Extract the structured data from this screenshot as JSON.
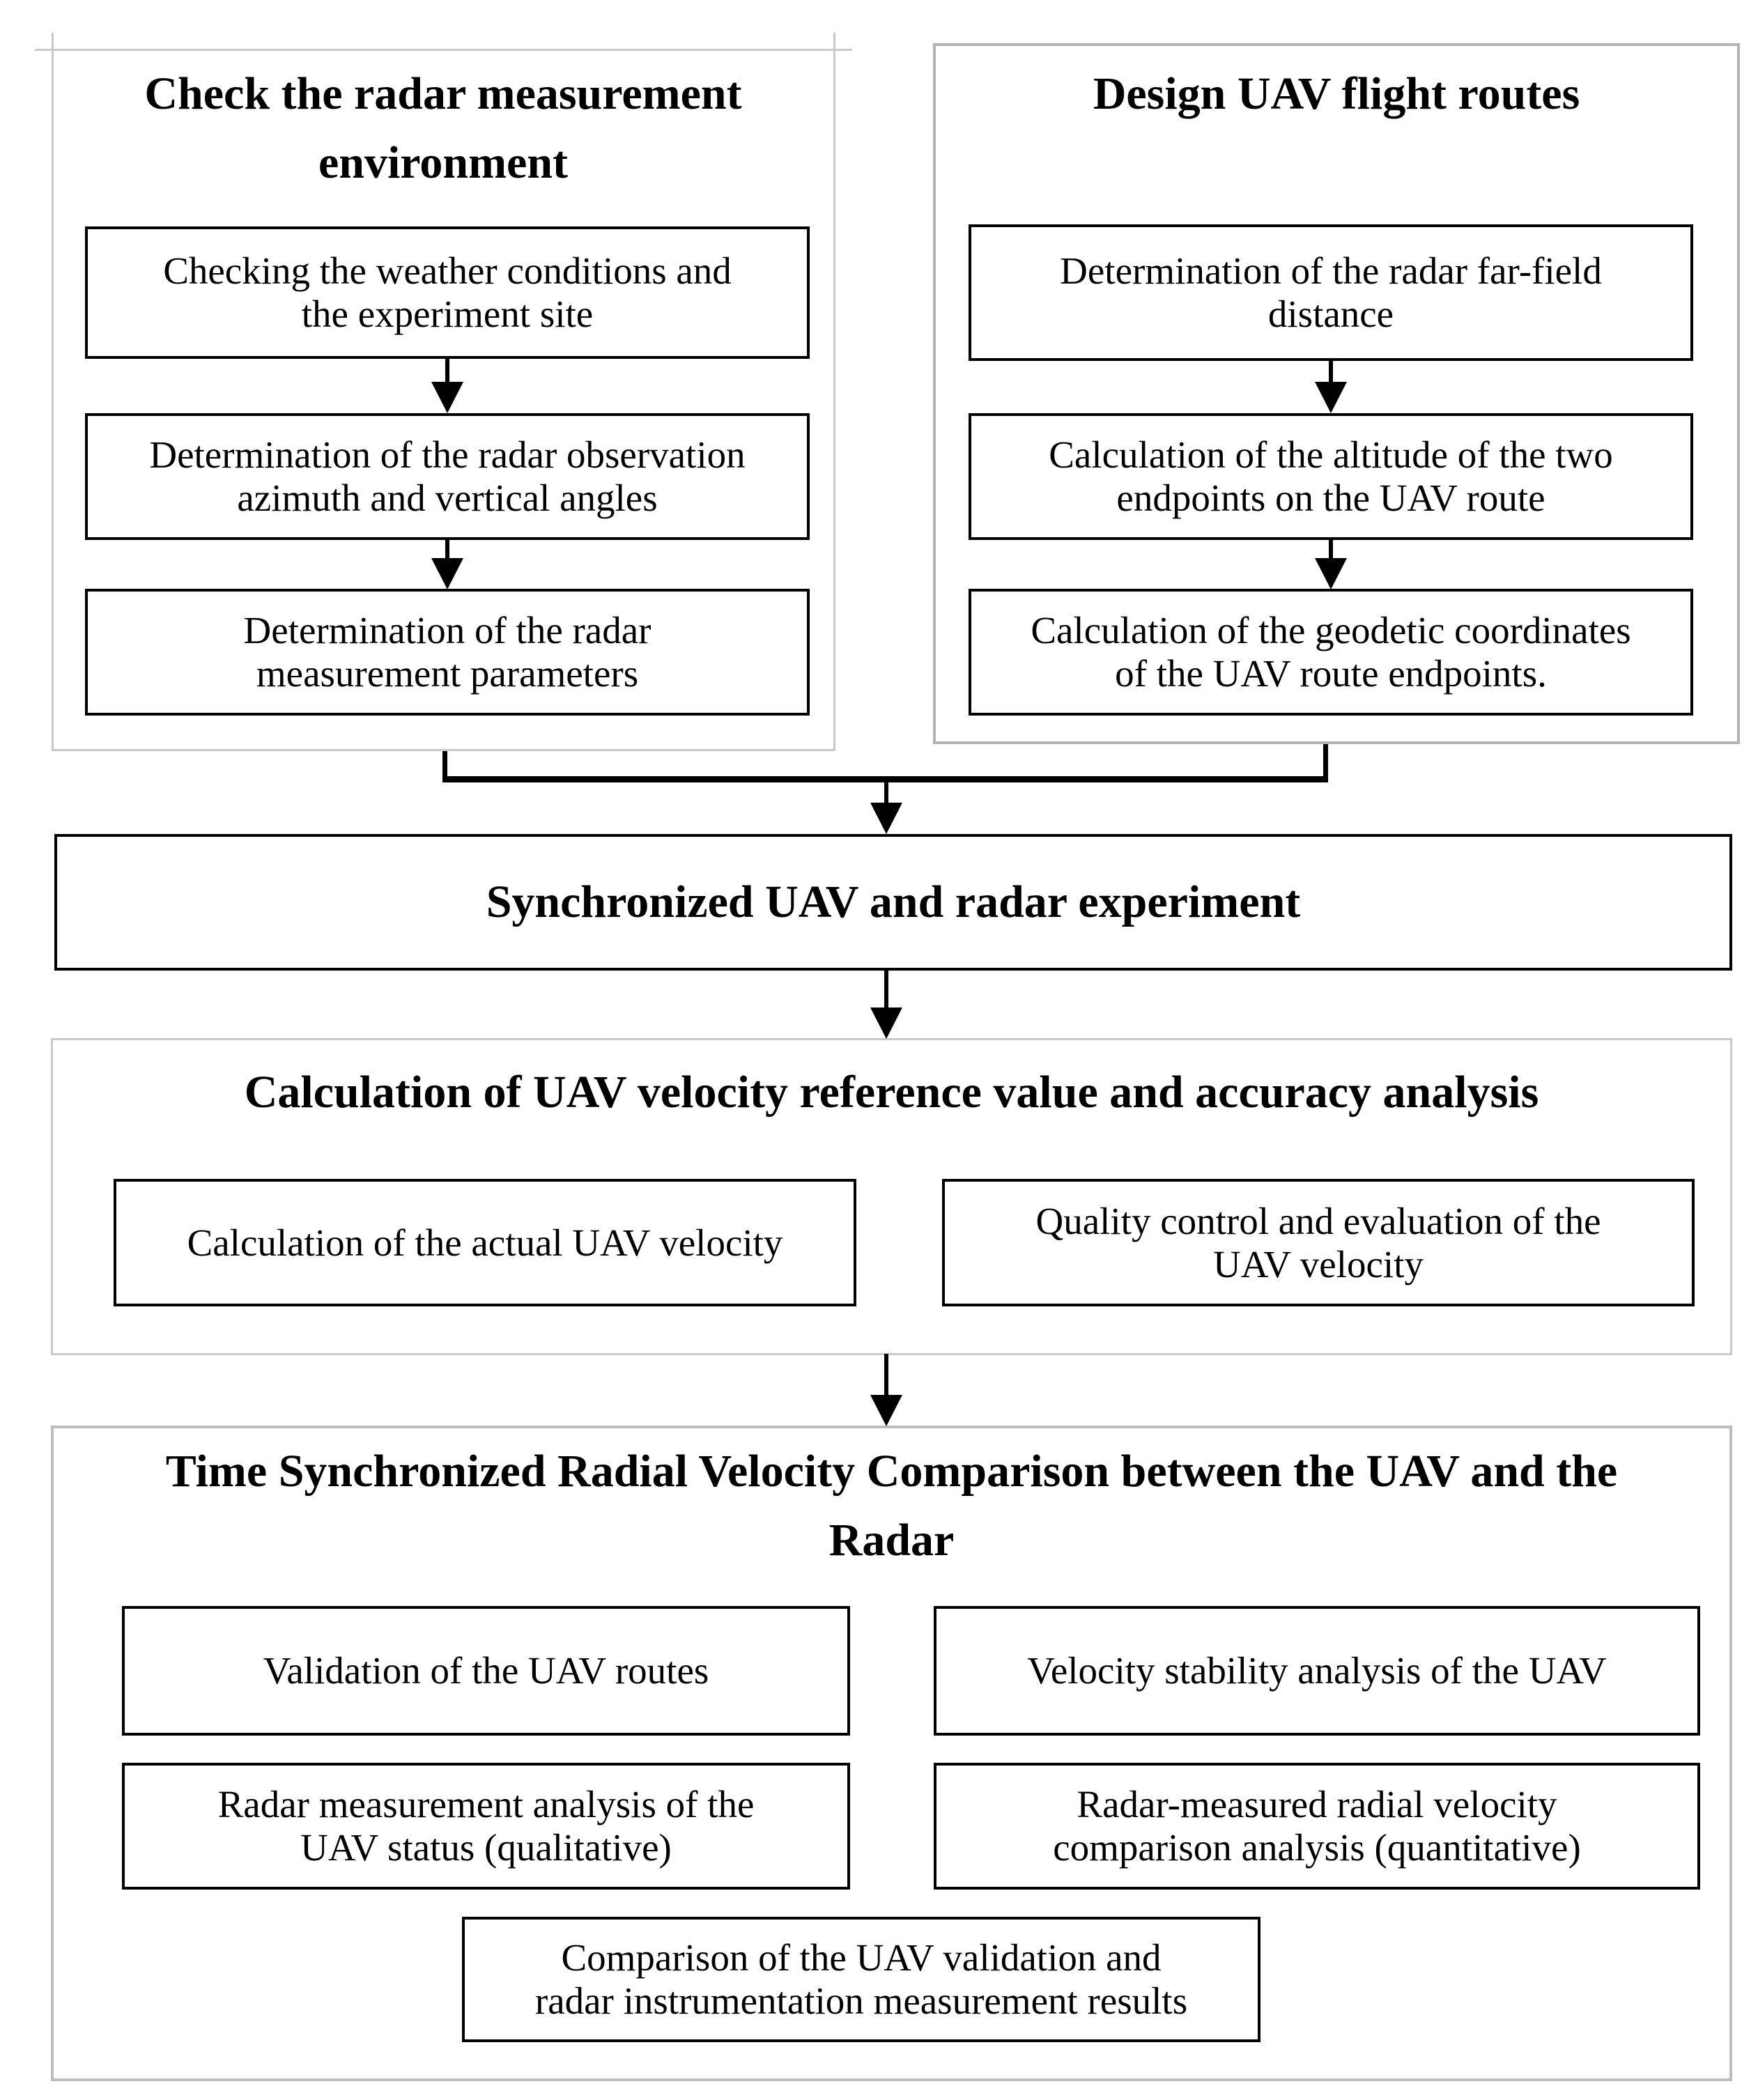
{
  "figure": {
    "background": "#ffffff",
    "panel_border_color": "#c9c9c9",
    "box_border_color": "#000000",
    "text_color": "#000000"
  },
  "stage1_left": {
    "title": "Check the radar measurement\nenvironment",
    "boxes": [
      "Checking the weather conditions and\nthe experiment site",
      "Determination of the radar observation\nazimuth and vertical angles",
      "Determination of the radar\nmeasurement parameters"
    ]
  },
  "stage1_right": {
    "title": "Design UAV flight routes",
    "boxes": [
      "Determination of the radar far-field\ndistance",
      "Calculation of the altitude of the two\nendpoints on the UAV route",
      "Calculation of the geodetic coordinates\nof the UAV route endpoints."
    ]
  },
  "stage2": {
    "title": "Synchronized UAV and radar experiment"
  },
  "stage3": {
    "title": "Calculation of UAV velocity reference value and accuracy analysis",
    "boxes": [
      "Calculation of the actual UAV velocity",
      "Quality control and evaluation of the\nUAV velocity"
    ]
  },
  "stage4": {
    "title": "Time Synchronized Radial Velocity Comparison between the UAV and the\nRadar",
    "boxes": [
      "Validation of the UAV routes",
      "Velocity stability analysis of the UAV",
      "Radar measurement analysis of the\nUAV status (qualitative)",
      "Radar-measured radial velocity\ncomparison analysis (quantitative)",
      "Comparison of the UAV validation and\nradar instrumentation measurement results"
    ]
  }
}
